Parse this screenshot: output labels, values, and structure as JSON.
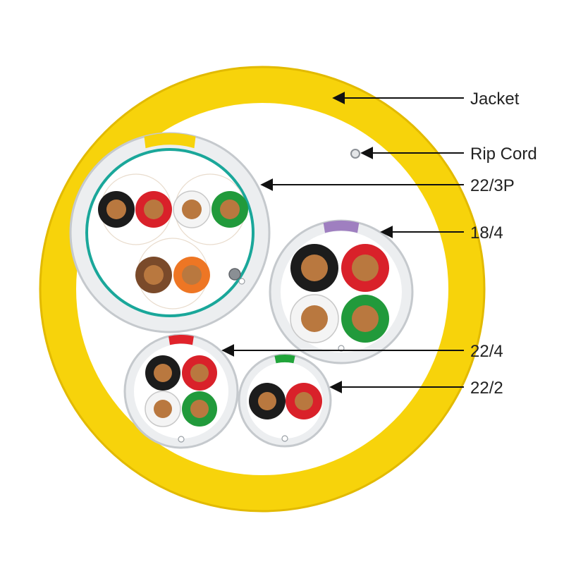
{
  "callouts": [
    {
      "id": "jacket",
      "label": "Jacket"
    },
    {
      "id": "rip-cord",
      "label": "Rip Cord"
    },
    {
      "id": "cable-22-3p",
      "label": "22/3P"
    },
    {
      "id": "cable-18-4",
      "label": "18/4"
    },
    {
      "id": "cable-22-4",
      "label": "22/4"
    },
    {
      "id": "cable-22-2",
      "label": "22/2"
    }
  ],
  "colors": {
    "jacket": "#f7d30b",
    "jacket_edge": "#e2ba00",
    "subjacket": "#eceef0",
    "subjacket_edge": "#c5c9cd",
    "shield": "#1aa79a",
    "copper": "#b9783f",
    "stripe_22_3p": "#f7d30b",
    "stripe_18_4": "#9f7fc0",
    "stripe_22_4": "#e0232b",
    "stripe_22_2": "#21a43a",
    "insulation_black": "#1c1c1c",
    "insulation_red": "#d9212a",
    "insulation_white": "#f4f4f4",
    "insulation_green": "#219a3b",
    "insulation_brown": "#7a4a2a",
    "insulation_orange": "#ee7624"
  },
  "conductors": {
    "cable-22-3p": [
      "black",
      "red",
      "white",
      "green",
      "brown",
      "orange"
    ],
    "cable-18-4": [
      "black",
      "red",
      "white",
      "green"
    ],
    "cable-22-4": [
      "black",
      "red",
      "white",
      "green"
    ],
    "cable-22-2": [
      "black",
      "red"
    ]
  }
}
